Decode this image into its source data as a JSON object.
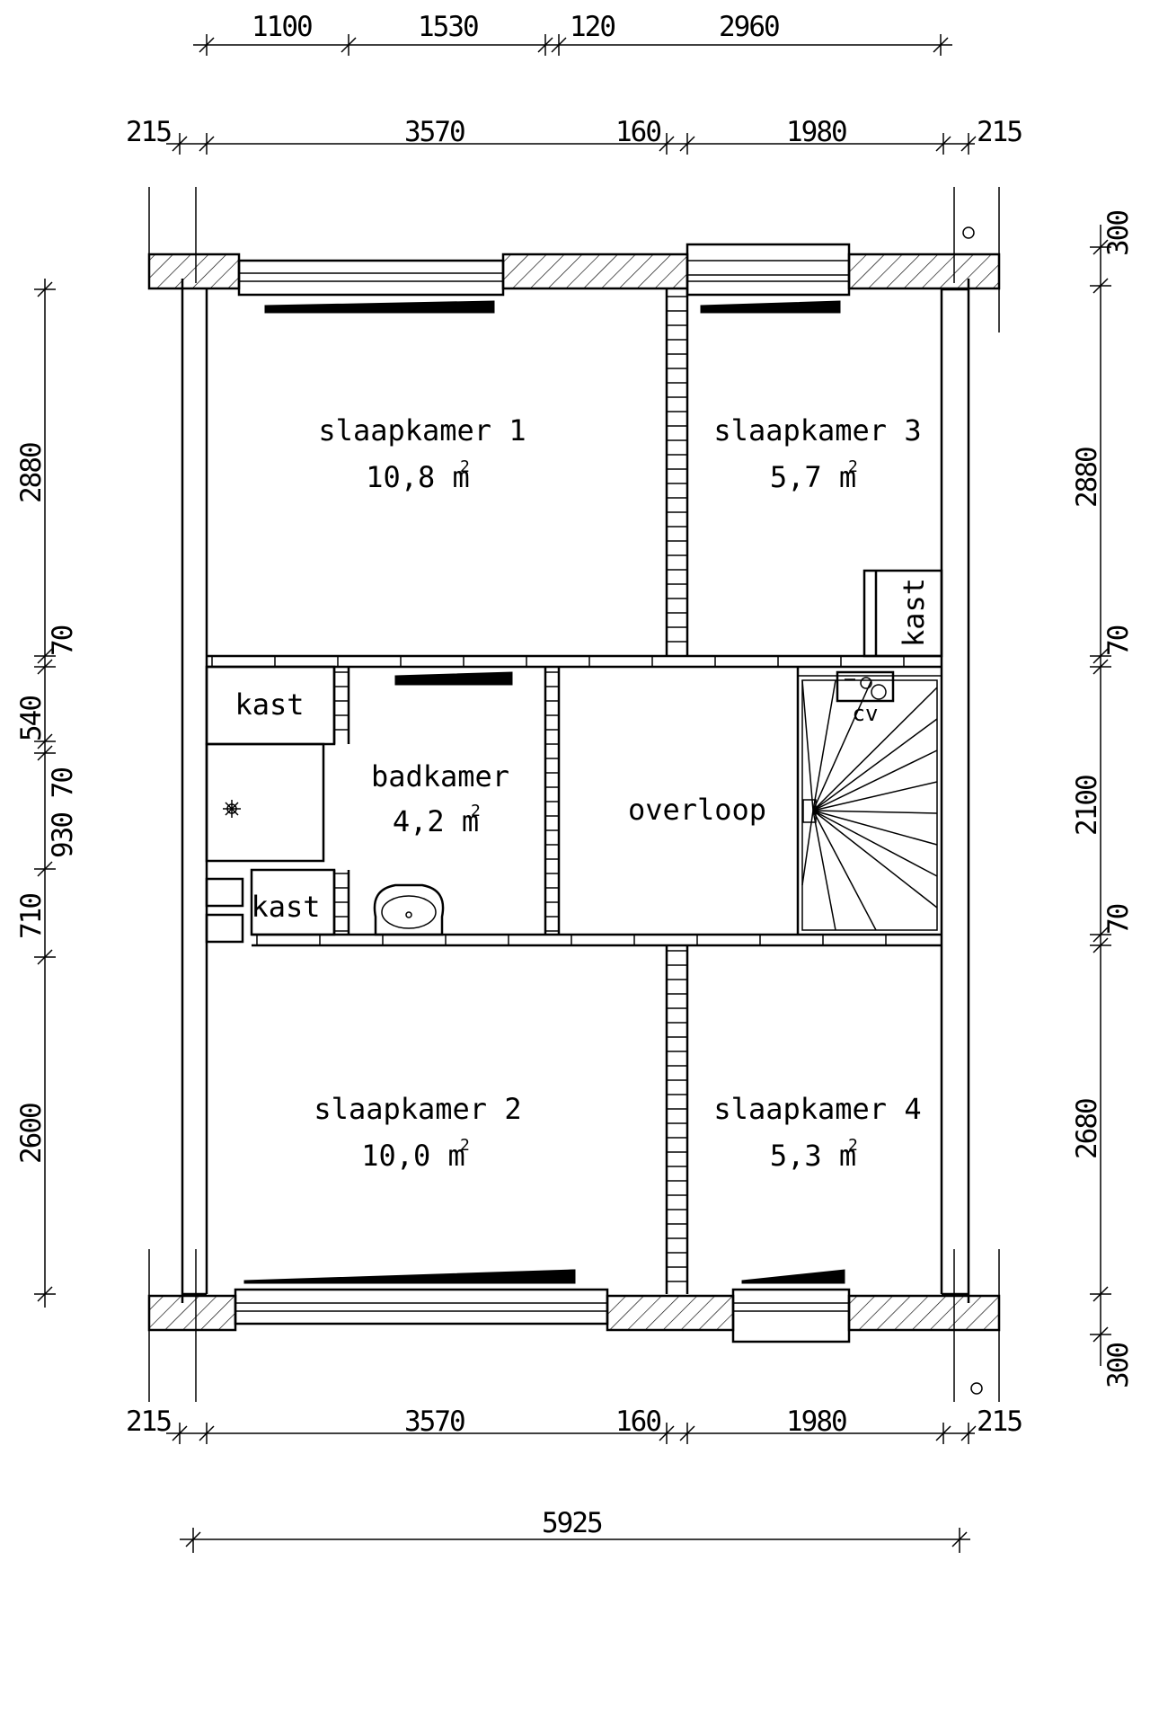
{
  "dimensions": {
    "top_row1": [
      "1100",
      "1530",
      "120",
      "2960"
    ],
    "top_row2": [
      "215",
      "3570",
      "160",
      "1980",
      "215"
    ],
    "bottom_row": [
      "215",
      "3570",
      "160",
      "1980",
      "215"
    ],
    "total_width": "5925",
    "left_side": [
      "2880",
      "70",
      "540",
      "930 70",
      "710",
      "2600"
    ],
    "right_side": [
      "300",
      "2880",
      "70",
      "2100",
      "70",
      "2680",
      "300"
    ]
  },
  "rooms": [
    {
      "name": "slaapkamer 1",
      "area": "10,8 m",
      "unit_sup": "2"
    },
    {
      "name": "slaapkamer 3",
      "area": "5,7 m",
      "unit_sup": "2"
    },
    {
      "name": "badkamer",
      "area": "4,2 m",
      "unit_sup": "2"
    },
    {
      "name": "overloop"
    },
    {
      "name": "slaapkamer 2",
      "area": "10,0 m",
      "unit_sup": "2"
    },
    {
      "name": "slaapkamer 4",
      "area": "5,3 m",
      "unit_sup": "2"
    }
  ],
  "labels": {
    "kast_top": "kast",
    "kast_bottom": "kast",
    "kast_right": "kast",
    "cv": "cv"
  }
}
